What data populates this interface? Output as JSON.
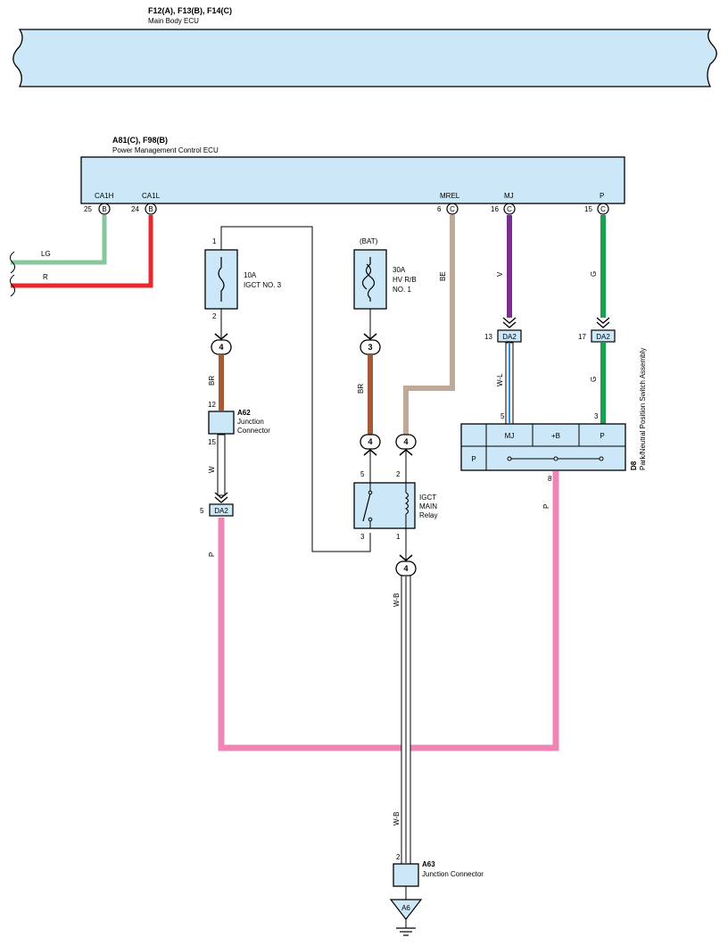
{
  "main_body_ecu": {
    "code": "F12(A), F13(B), F14(C)",
    "name": "Main Body ECU"
  },
  "power_mgmt_ecu": {
    "code": "A81(C), F98(B)",
    "name": "Power Management Control ECU",
    "pins": [
      {
        "label": "CA1H",
        "num": "25",
        "conn": "B"
      },
      {
        "label": "CA1L",
        "num": "24",
        "conn": "B"
      },
      {
        "label": "MREL",
        "num": "6",
        "conn": "C"
      },
      {
        "label": "MJ",
        "num": "16",
        "conn": "C"
      },
      {
        "label": "P",
        "num": "15",
        "conn": "C"
      }
    ]
  },
  "wires": {
    "lg": "LG",
    "r": "R",
    "br1": "BR",
    "w": "W",
    "p_left": "P",
    "br2": "BR",
    "be": "BE",
    "v": "V",
    "wl": "W-L",
    "g_top": "G",
    "g_mid": "G",
    "p_right": "P",
    "wb1": "W-B",
    "wb2": "W-B"
  },
  "wire_colors": {
    "lg": "#86c79d",
    "r": "#e8282c",
    "br": "#a55a35",
    "be": "#bfaa98",
    "v": "#7a2e8f",
    "g": "#1aa150",
    "p": "#ef85b6"
  },
  "fuse1": {
    "pin_top": "1",
    "pin_bottom": "2",
    "rating": "10A",
    "name": "IGCT NO. 3"
  },
  "fuse2": {
    "supply": "(BAT)",
    "rating": "30A",
    "name1": "HV R/B",
    "name2": "NO. 1"
  },
  "conn_circles": {
    "c1": "4",
    "c2": "3",
    "c3": "4",
    "c4": "4",
    "c5": "4"
  },
  "a62": {
    "code": "A62",
    "name1": "Junction",
    "name2": "Connector",
    "pin_top": "12",
    "pin_bottom": "15"
  },
  "da2_left": {
    "pin": "5",
    "label": "DA2"
  },
  "da2_mid": {
    "pin": "13",
    "label": "DA2"
  },
  "da2_right": {
    "pin": "17",
    "label": "DA2"
  },
  "relay": {
    "name1": "IGCT",
    "name2": "MAIN",
    "name3": "Relay",
    "pin_5": "5",
    "pin_2": "2",
    "pin_3": "3",
    "pin_1": "1"
  },
  "d8": {
    "code": "D8",
    "name": "Park/Neutral Position Switch Assembly",
    "cols": [
      "MJ",
      "+B",
      "P"
    ],
    "row_label": "P",
    "pin_5": "5",
    "pin_3": "3",
    "pin_8": "8"
  },
  "a63": {
    "code": "A63",
    "name": "Junction Connector",
    "pin": "2"
  },
  "ground": {
    "label": "A6"
  }
}
